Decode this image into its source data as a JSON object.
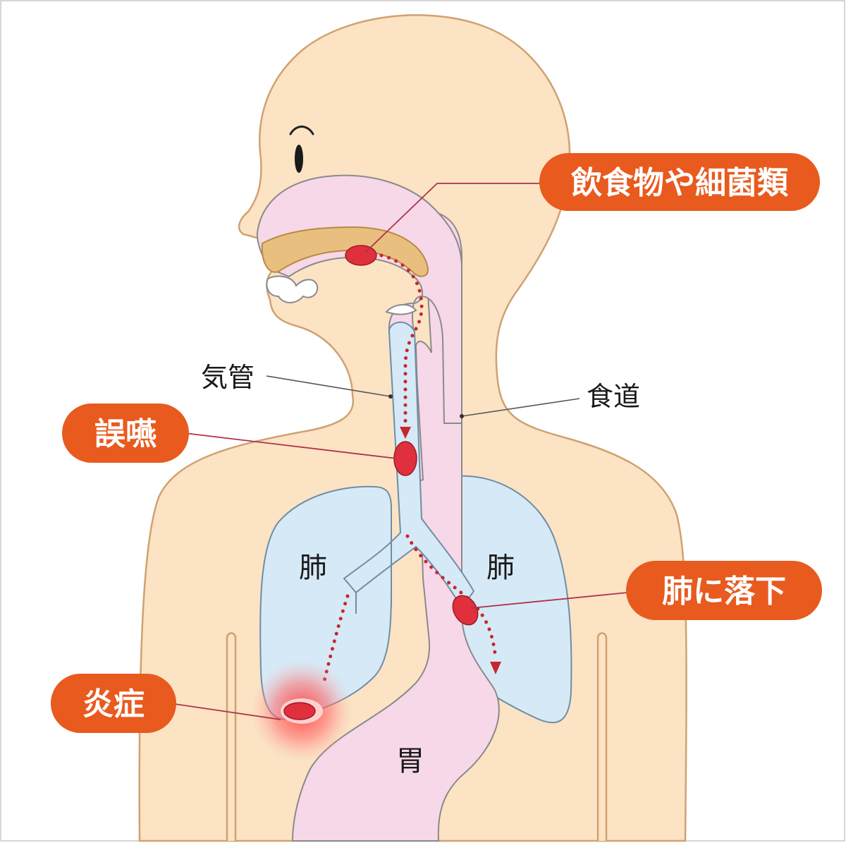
{
  "labels": {
    "trachea": "気管",
    "esophagus": "食道",
    "lung_left": "肺",
    "lung_right": "肺",
    "stomach": "胃"
  },
  "callouts": {
    "food_bacteria": "飲食物や細菌類",
    "aspiration": "誤嚥",
    "fall_into_lung": "肺に落下",
    "inflammation": "炎症"
  },
  "colors": {
    "skin": "#fbe3c4",
    "airway_esophagus": "#f7d8e8",
    "lung": "#d6e9f6",
    "callout": "#e85a1e",
    "bolus": "#e0303d"
  }
}
